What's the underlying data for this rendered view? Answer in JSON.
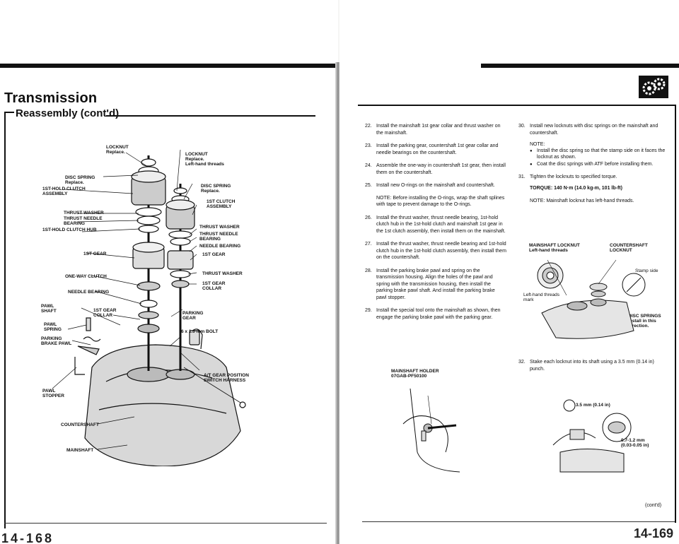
{
  "left": {
    "section_title": "Transmission",
    "sub_title": "Reassembly (cont'd)",
    "page_number": "14-168",
    "labels": {
      "locknut_top": "LOCKNUT\nReplace.",
      "locknut_right": "LOCKNUT\nReplace.\nLeft-hand threads",
      "disc_spring_left": "DISC SPRING\nReplace.",
      "disc_spring_right": "DISC SPRING\nReplace.",
      "first_hold_clutch_assembly": "1ST-HOLD CLUTCH\nASSEMBLY",
      "first_clutch_assembly": "1ST CLUTCH\nASSEMBLY",
      "thrust_washer_left": "THRUST WASHER",
      "thrust_needle_bearing_left": "THRUST NEEDLE\nBEARING",
      "first_hold_clutch_hub": "1ST-HOLD CLUTCH HUB",
      "thrust_washer_right_top": "THRUST WASHER",
      "thrust_needle_bearing_right": "THRUST NEEDLE\nBEARING",
      "needle_bearing_right": "NEEDLE BEARING",
      "first_gear_left": "1ST GEAR",
      "first_gear_right": "1ST GEAR",
      "one_way_clutch": "ONE-WAY CLUTCH",
      "thrust_washer_right_mid": "THRUST WASHER",
      "first_gear_collar_right": "1ST GEAR\nCOLLAR",
      "needle_bearing_left": "NEEDLE BEARING",
      "pawl_shaft": "PAWL\nSHAFT",
      "first_gear_collar_left": "1ST GEAR\nCOLLAR",
      "parking_gear": "PARKING\nGEAR",
      "pawl_spring": "PAWL\nSPRING",
      "bolt": "6 x 1.0 mm BOLT",
      "parking_brake_pawl": "PARKING\nBRAKE PAWL",
      "pawl_stopper": "PAWL\nSTOPPER",
      "at_gear_harness": "A/T GEAR POSITION\nSWITCH HARNESS",
      "countershaft": "COUNTERSHAFT",
      "mainshaft": "MAINSHAFT"
    }
  },
  "right": {
    "page_number": "14-169",
    "steps_col1": [
      {
        "num": "22.",
        "text": "Install the mainshaft 1st gear collar and thrust washer on the mainshaft."
      },
      {
        "num": "23.",
        "text": "Install the parking gear, countershaft 1st gear collar and needle bearings on the countershaft."
      },
      {
        "num": "24.",
        "text": "Assemble the one-way in countershaft 1st gear, then install them on the countershaft."
      },
      {
        "num": "25.",
        "text": "Install new O-rings on the mainshaft and countershaft.",
        "note": "NOTE: Before installing the O-rings, wrap the shaft splines with tape to prevent damage to the O-rings."
      },
      {
        "num": "26.",
        "text": "Install the thrust washer, thrust needle bearing, 1st-hold clutch hub in the 1st-hold clutch and mainshaft 1st gear in the 1st clutch assembly, then install them on the mainshaft."
      },
      {
        "num": "27.",
        "text": "Install the thrust washer, thrust needle bearing and 1st-hold clutch hub in the 1st-hold clutch assembly, then install them on the countershaft."
      },
      {
        "num": "28.",
        "text": "Install the parking brake pawl and spring on the transmission housing. Align the holes of the pawl and spring with the transmission housing, then install the parking brake pawl shaft. And install the parking brake pawl stopper."
      },
      {
        "num": "29.",
        "text": "Install the special tool onto the mainshaft as shown, then engage the parking brake pawl with the parking gear."
      }
    ],
    "holder_label": "MAINSHAFT HOLDER\n07GAB-PF50100",
    "step30": {
      "num": "30.",
      "text": "Install new locknuts with disc springs on the mainshaft and countershaft."
    },
    "note_title": "NOTE:",
    "bullets": [
      "Install the disc spring so that the stamp side on it faces the locknut as shown.",
      "Coat the disc springs with ATF before installing them."
    ],
    "step31": {
      "num": "31.",
      "text": "Tighten the locknuts to specified torque."
    },
    "torque": "TORQUE: 140 N·m (14.0 kg-m, 101 lb-ft)",
    "note31": "NOTE: Mainshaft locknut has left-hand threads.",
    "fig_labels": {
      "mainshaft_locknut": "MAINSHAFT LOCKNUT\nLeft-hand threads",
      "countershaft_locknut": "COUNTERSHAFT\nLOCKNUT",
      "stamp_side": "Stamp side",
      "left_hand_threads": "Left-hand threads\nmark",
      "disc_springs": "DISC SPRINGS\nInstall in this\ndirection."
    },
    "step32": {
      "num": "32.",
      "text": "Stake each locknut into its shaft using a 3.5 mm (0.14 in) punch."
    },
    "punch_label": "3.5 mm (0.14 in)",
    "stake_label": "0.7-1.2 mm\n(0.03-0.05 in)",
    "cont": "(cont'd)"
  }
}
